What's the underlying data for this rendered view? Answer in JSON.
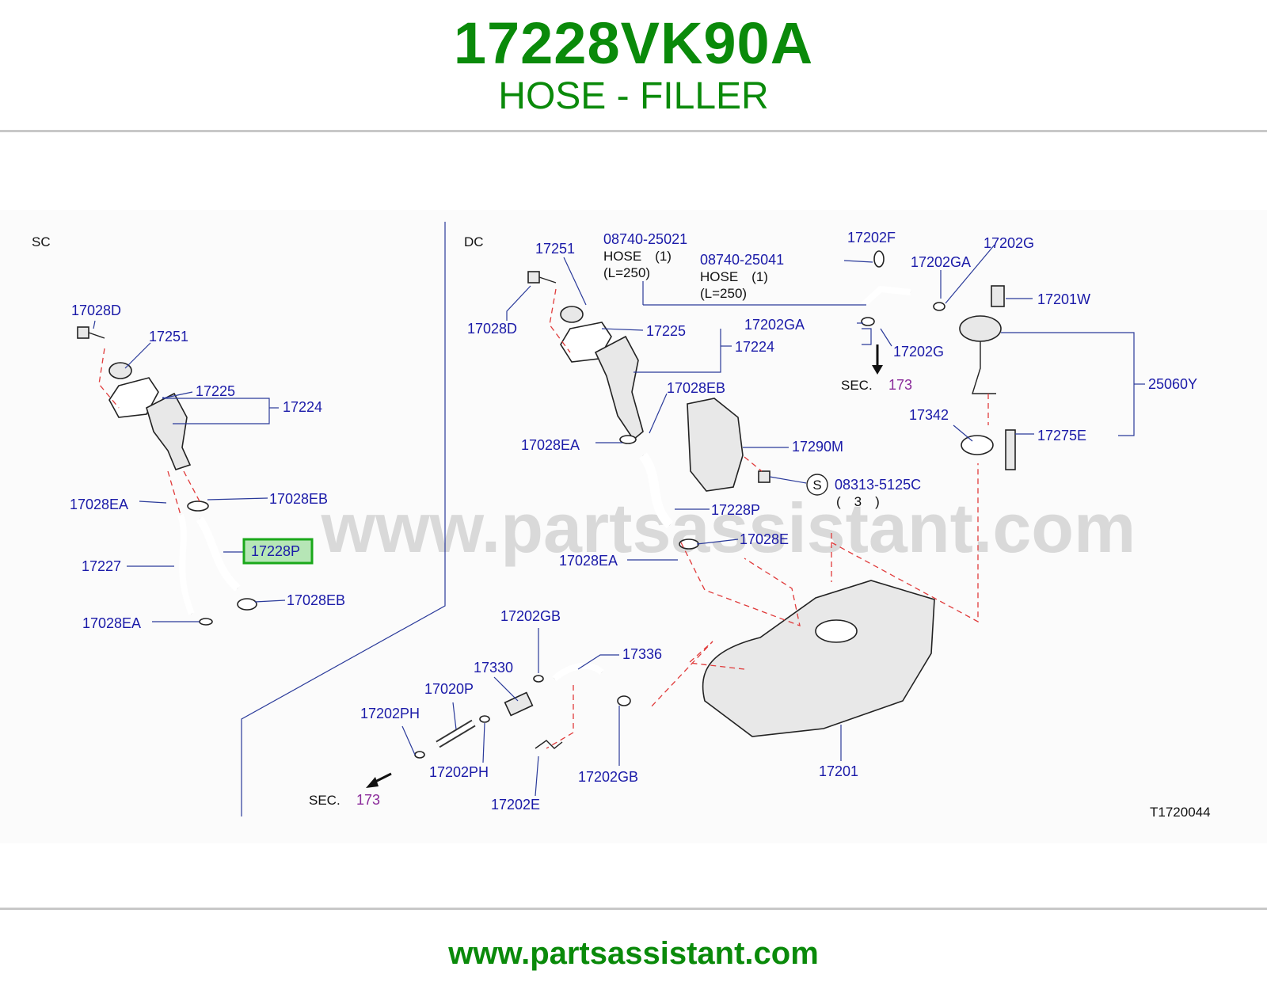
{
  "header": {
    "part_number": "17228VK90A",
    "part_name": "HOSE - FILLER"
  },
  "watermark": "www.partsassistant.com",
  "footer": {
    "url": "www.partsassistant.com"
  },
  "diagram": {
    "drawing_id": "T1720044",
    "sections": {
      "left": "SC",
      "right": "DC"
    },
    "labels": {
      "sc_17028d": "17028D",
      "sc_17251": "17251",
      "sc_17225": "17225",
      "sc_17224": "17224",
      "sc_17028ea_1": "17028EA",
      "sc_17028eb_1": "17028EB",
      "sc_17227": "17227",
      "sc_17228p": "17228P",
      "sc_17028eb_2": "17028EB",
      "sc_17028ea_2": "17028EA",
      "dc_17251": "17251",
      "dc_17028d": "17028D",
      "dc_08740_25021": "08740-25021",
      "dc_hose_1a": "HOSE　(1)",
      "dc_len_1a": "(L=250)",
      "dc_08740_25041": "08740-25041",
      "dc_hose_1b": "HOSE　(1)",
      "dc_len_1b": "(L=250)",
      "dc_17225": "17225",
      "dc_17224": "17224",
      "dc_17202f": "17202F",
      "dc_17202ga_1": "17202GA",
      "dc_17202g_1": "17202G",
      "dc_17201w": "17201W",
      "dc_17202ga_2": "17202GA",
      "dc_17202g_2": "17202G",
      "dc_sec_a": "SEC.",
      "dc_sec_a_num": "173",
      "dc_25060y": "25060Y",
      "dc_17028eb": "17028EB",
      "dc_17342": "17342",
      "dc_17275e": "17275E",
      "dc_17028ea_1": "17028EA",
      "dc_17290m": "17290M",
      "dc_s": "S",
      "dc_08313_5125c": "08313-5125C",
      "dc_qty": "(　3　)",
      "dc_17228p": "17228P",
      "dc_17028e": "17028E",
      "dc_17028ea_2": "17028EA",
      "dc_17202gb_1": "17202GB",
      "dc_17336": "17336",
      "dc_17330": "17330",
      "dc_17020p": "17020P",
      "dc_17202ph_1": "17202PH",
      "dc_17202ph_2": "17202PH",
      "dc_17202gb_2": "17202GB",
      "dc_17201": "17201",
      "dc_17202e": "17202E",
      "dc_sec_b": "SEC.",
      "dc_sec_b_num": "173"
    }
  }
}
